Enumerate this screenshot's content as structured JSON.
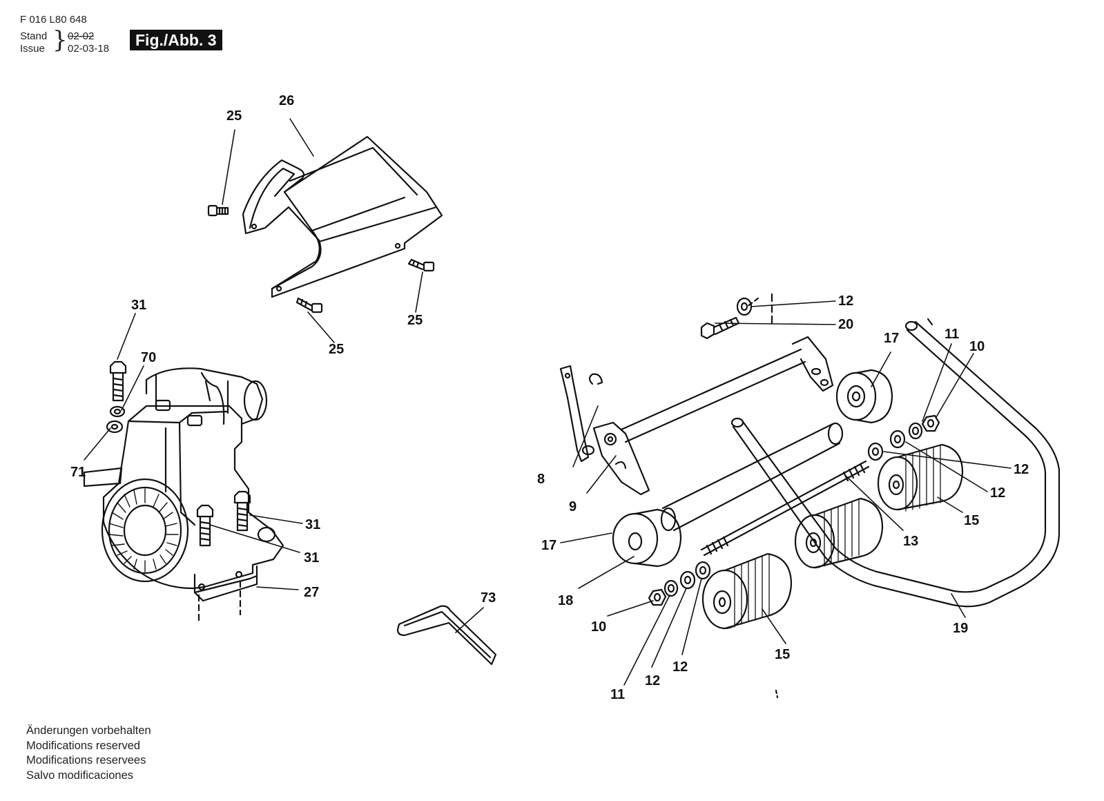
{
  "header": {
    "doc_number": "F 016 L80 648",
    "stand_label": "Stand",
    "issue_label": "Issue",
    "stand_date": "02-02",
    "issue_date": "02-03-18",
    "figure_label": "Fig./Abb. 3"
  },
  "callouts": {
    "c8": "8",
    "c9": "9",
    "c10a": "10",
    "c10b": "10",
    "c11a": "11",
    "c11b": "11",
    "c12a": "12",
    "c12b": "12",
    "c12c": "12",
    "c12d": "12",
    "c12e": "12",
    "c13": "13",
    "c15a": "15",
    "c15b": "15",
    "c17a": "17",
    "c17b": "17",
    "c18": "18",
    "c19": "19",
    "c20": "20",
    "c25a": "25",
    "c25b": "25",
    "c25c": "25",
    "c26": "26",
    "c27": "27",
    "c31a": "31",
    "c31b": "31",
    "c31c": "31",
    "c70": "70",
    "c71": "71",
    "c73": "73"
  },
  "footer": {
    "line1": "Änderungen vorbehalten",
    "line2": "Modifications reserved",
    "line3": "Modifications reservees",
    "line4": "Salvo modificaciones"
  }
}
